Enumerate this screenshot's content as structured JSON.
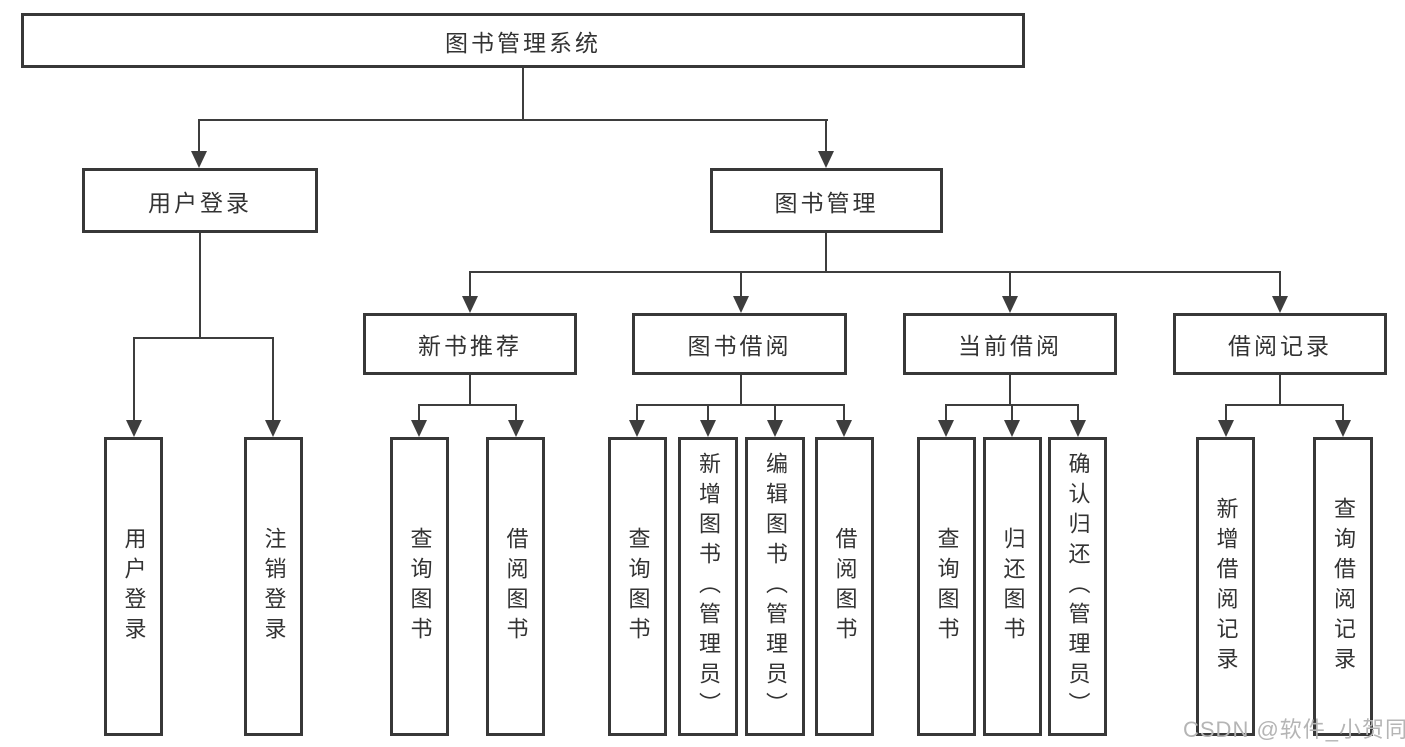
{
  "colors": {
    "line": "#3d3d3d",
    "border": "#383838",
    "text": "#333333",
    "watermark": "#b5b5b5",
    "bg": "#ffffff"
  },
  "diagram": {
    "root": "图书管理系统",
    "level2": {
      "user_login": "用户登录",
      "book_mgmt": "图书管理"
    },
    "level3": {
      "new_books": "新书推荐",
      "borrowing": "图书借阅",
      "current": "当前借阅",
      "records": "借阅记录"
    },
    "leaves": {
      "user_login": [
        "用户登录",
        "注销登录"
      ],
      "new_books": [
        "查询图书",
        "借阅图书"
      ],
      "borrowing": [
        "查询图书",
        "新增图书（管理员）",
        "编辑图书（管理员）",
        "借阅图书"
      ],
      "current": [
        "查询图书",
        "归还图书",
        "确认归还（管理员）"
      ],
      "records": [
        "新增借阅记录",
        "查询借阅记录"
      ]
    }
  },
  "watermark": {
    "text": "CSDN @软件_小贺同学"
  }
}
